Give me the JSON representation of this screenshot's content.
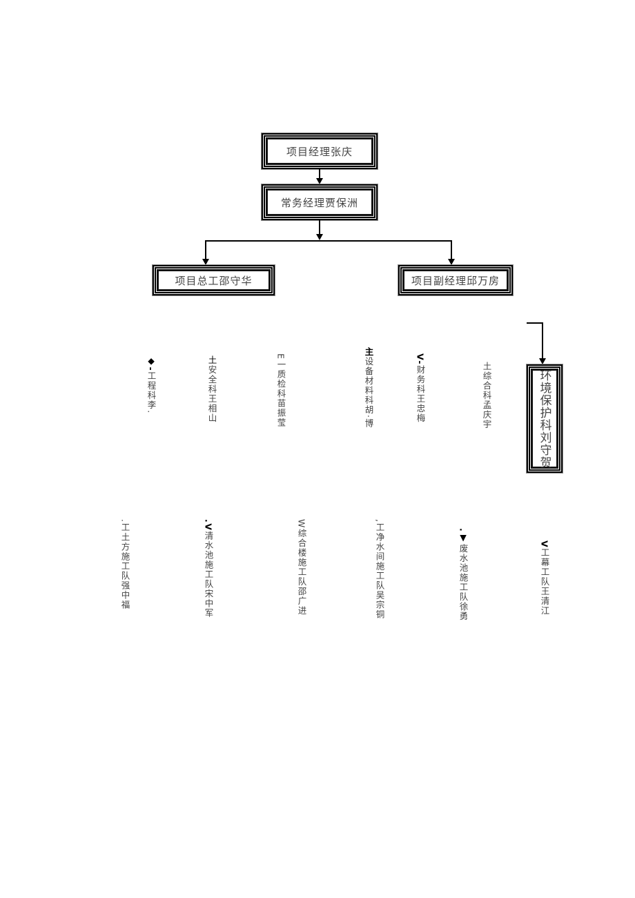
{
  "chart": {
    "level1": {
      "label": "项目经理张庆"
    },
    "level2": {
      "label": "常务经理贾保洲"
    },
    "level3": [
      {
        "label": "项目总工邵守华"
      },
      {
        "label": "项目副经理邱万房"
      }
    ],
    "environment_box": {
      "label": "环境保护科刘守贺"
    },
    "departments": [
      {
        "prefix": "◆-",
        "label": "工程科李."
      },
      {
        "prefix": "土",
        "label": "安全科王相山"
      },
      {
        "prefix": "E一",
        "label": "质检科苗振莹"
      },
      {
        "prefix": "主",
        "label": "设备材料科胡·博"
      },
      {
        "prefix": "V-",
        "label": "财务科王忠梅"
      },
      {
        "prefix": "土",
        "label": "综合科孟庆宇"
      }
    ],
    "teams": [
      {
        "prefix": ".",
        "label": "工土方施工队强中福"
      },
      {
        "prefix": ".V",
        "label": "清水池施工队宋中军"
      },
      {
        "prefix": "W",
        "label": "综合楼施工队邵广进"
      },
      {
        "prefix": ",",
        "label": "工净水间施工队吴宗铜"
      },
      {
        "prefix": ".▼",
        "label": "废水池施工队徐勇"
      },
      {
        "prefix": "V",
        "label": "工幕工队王清江"
      }
    ]
  }
}
